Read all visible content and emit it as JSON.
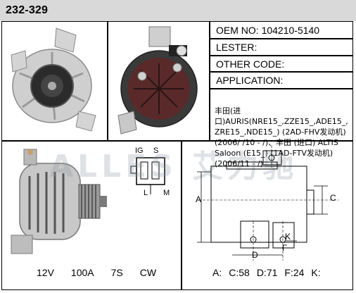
{
  "part_number": "232-329",
  "oem": {
    "label": "OEM NO:",
    "value": "104210-5140"
  },
  "lester": {
    "label": "LESTER:"
  },
  "other_code": {
    "label": "OTHER CODE:"
  },
  "application": {
    "label": "APPLICATION:",
    "text": "丰田(进口)AURIS(NRE15_,ZZE15_,ADE15_, ZRE15_,NDE15_) (2AD-FHV发动机) (2006/ /10 - /)、丰田 (进口) ALTIS Saloon (E15_) (1AD-FTV发动机) (2006/11 - /)"
  },
  "plug": {
    "top_left": "IG",
    "top_right": "S",
    "bottom_left": "L",
    "bottom_right": "M"
  },
  "specs": {
    "voltage": "12V",
    "amperage": "100A",
    "pulley": "7S",
    "rotation": "CW"
  },
  "dimensions": {
    "a_label": "A:",
    "a_value": "",
    "c_label": "C:",
    "c_value": "58",
    "d_label": "D:",
    "d_value": "71",
    "f_label": "F:",
    "f_value": "24",
    "k_label": "K:",
    "k_value": ""
  },
  "drawing_labels": {
    "a": "A",
    "c": "C",
    "d": "D",
    "f": "F",
    "k": "K"
  },
  "watermark": "ALLES 艾力驰",
  "colors": {
    "title_bar": "#d9d9d9",
    "frame": "#000000",
    "aluminum": "#c8c8c8",
    "stator_red": "#5a2a2a"
  }
}
